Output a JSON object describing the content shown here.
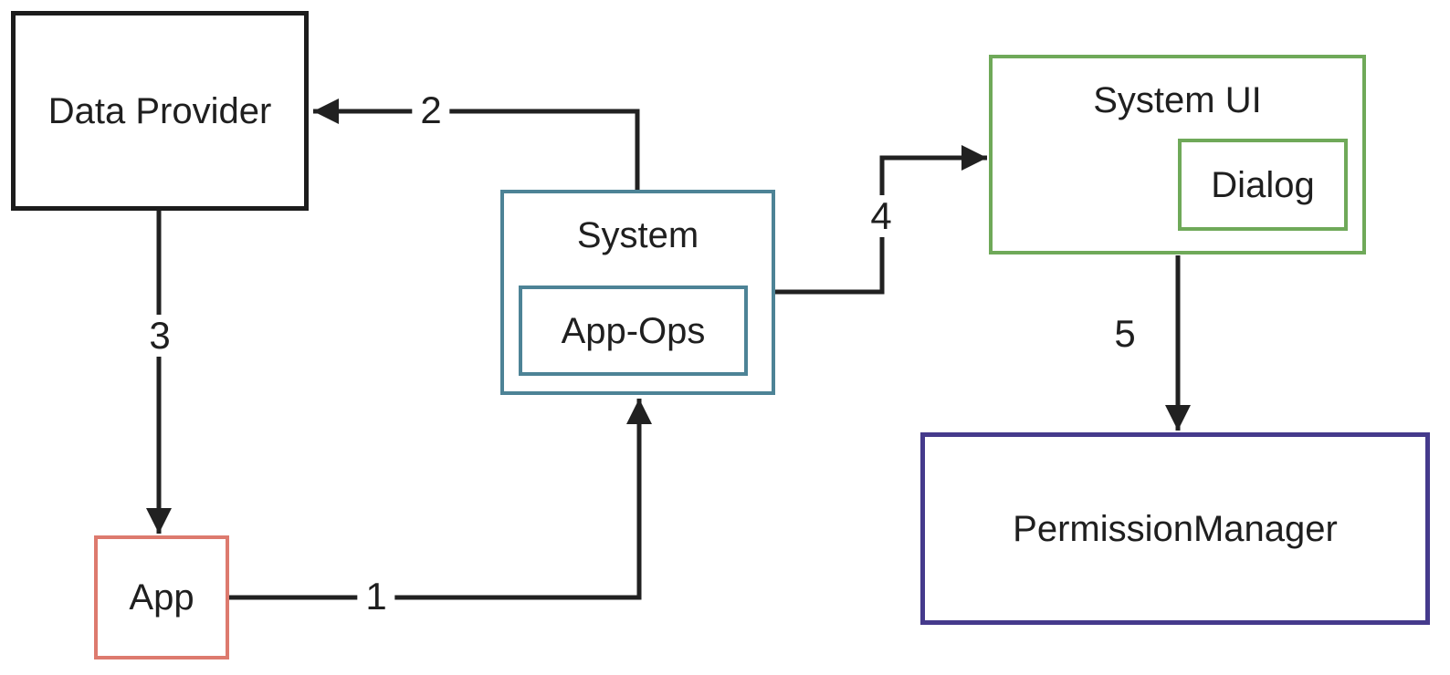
{
  "diagram": {
    "type": "flow-diagram",
    "background_color": "#ffffff",
    "arrow_color": "#212121",
    "text_color": "#1f1f1f",
    "nodes": {
      "data_provider": {
        "label": "Data Provider",
        "border_color": "#1c1c1c"
      },
      "app": {
        "label": "App",
        "border_color": "#dd7a6e"
      },
      "system": {
        "label": "System",
        "border_color": "#4d8396"
      },
      "app_ops": {
        "label": "App-Ops",
        "border_color": "#4d8396",
        "parent": "system"
      },
      "system_ui": {
        "label": "System UI",
        "border_color": "#6fa959"
      },
      "dialog": {
        "label": "Dialog",
        "border_color": "#6fa959",
        "parent": "system_ui"
      },
      "permission_manager": {
        "label": "PermissionManager",
        "border_color": "#453a8c"
      }
    },
    "edges": {
      "e1": {
        "label": "1",
        "from": "app",
        "to": "system"
      },
      "e2": {
        "label": "2",
        "from": "system",
        "to": "data_provider"
      },
      "e3": {
        "label": "3",
        "from": "data_provider",
        "to": "app"
      },
      "e4": {
        "label": "4",
        "from": "system",
        "to": "system_ui"
      },
      "e5": {
        "label": "5",
        "from": "system_ui",
        "to": "permission_manager"
      }
    }
  }
}
